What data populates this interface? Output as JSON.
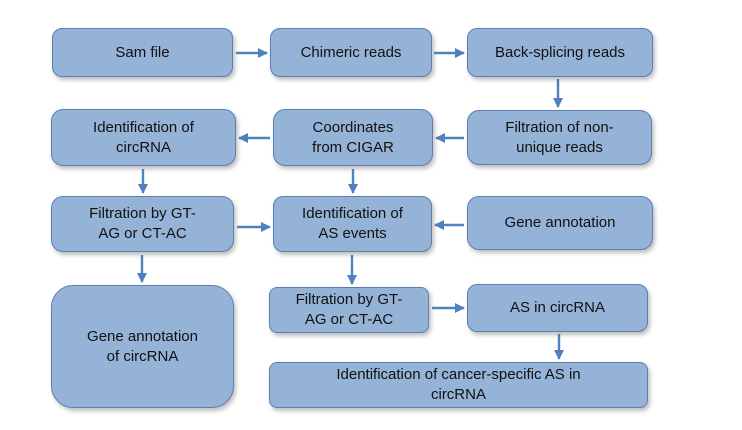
{
  "colors": {
    "node_fill": "#95B3D7",
    "node_border": "#5B7EB3",
    "arrow": "#4F81BD",
    "text": "#111111",
    "background": "#FFFFFF"
  },
  "diagram": {
    "nodes": [
      {
        "id": "sam-file",
        "label": "Sam file"
      },
      {
        "id": "chimeric-reads",
        "label": "Chimeric reads"
      },
      {
        "id": "back-splicing-reads",
        "label": "Back-splicing reads"
      },
      {
        "id": "identification-of-circrna",
        "label": "Identification of\ncircRNA"
      },
      {
        "id": "coordinates-from-cigar",
        "label": "Coordinates\nfrom CIGAR"
      },
      {
        "id": "filtration-of-non-unique-reads",
        "label": "Filtration of non-\nunique reads"
      },
      {
        "id": "filtration-by-gt-ag-or-ct-ac-1",
        "label": "Filtration by GT-\nAG or CT-AC"
      },
      {
        "id": "identification-of-as-events",
        "label": "Identification of\nAS events"
      },
      {
        "id": "gene-annotation",
        "label": "Gene annotation"
      },
      {
        "id": "gene-annotation-of-circrna",
        "label": "Gene annotation\nof circRNA"
      },
      {
        "id": "filtration-by-gt-ag-or-ct-ac-2",
        "label": "Filtration by GT-\nAG or CT-AC"
      },
      {
        "id": "as-in-circrna",
        "label": "AS in circRNA"
      },
      {
        "id": "identification-of-cancer-specific-as",
        "label": "Identification of cancer-specific AS in\ncircRNA"
      }
    ],
    "edges": [
      {
        "from": "sam-file",
        "to": "chimeric-reads"
      },
      {
        "from": "chimeric-reads",
        "to": "back-splicing-reads"
      },
      {
        "from": "back-splicing-reads",
        "to": "filtration-of-non-unique-reads"
      },
      {
        "from": "filtration-of-non-unique-reads",
        "to": "coordinates-from-cigar"
      },
      {
        "from": "coordinates-from-cigar",
        "to": "identification-of-circrna"
      },
      {
        "from": "identification-of-circrna",
        "to": "filtration-by-gt-ag-or-ct-ac-1"
      },
      {
        "from": "coordinates-from-cigar",
        "to": "identification-of-as-events"
      },
      {
        "from": "filtration-by-gt-ag-or-ct-ac-1",
        "to": "identification-of-as-events"
      },
      {
        "from": "gene-annotation",
        "to": "identification-of-as-events"
      },
      {
        "from": "filtration-by-gt-ag-or-ct-ac-1",
        "to": "gene-annotation-of-circrna"
      },
      {
        "from": "identification-of-as-events",
        "to": "filtration-by-gt-ag-or-ct-ac-2"
      },
      {
        "from": "filtration-by-gt-ag-or-ct-ac-2",
        "to": "as-in-circrna"
      },
      {
        "from": "as-in-circrna",
        "to": "identification-of-cancer-specific-as"
      }
    ]
  }
}
